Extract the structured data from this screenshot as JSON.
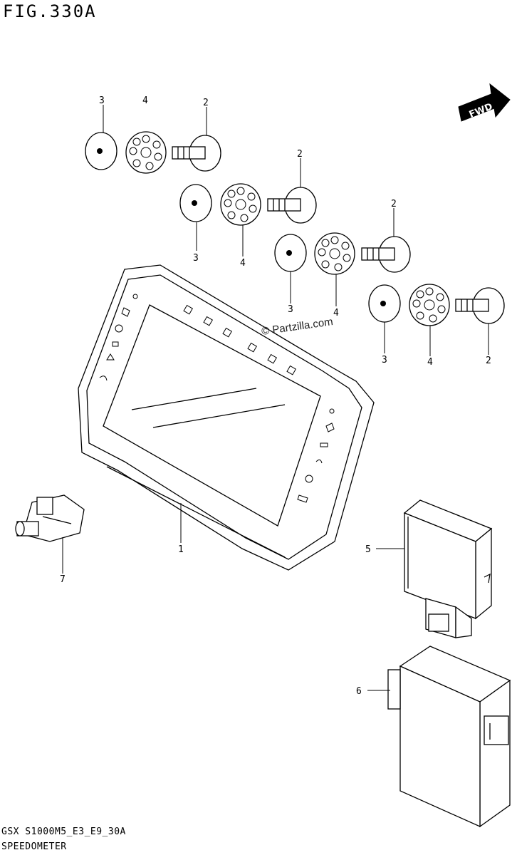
{
  "figure": {
    "title": "FIG.330A",
    "code": "GSX S1000M5_E3_E9_30A",
    "caption": "SPEEDOMETER"
  },
  "fwd_label": "FWD",
  "watermark": "© Partzilla.com",
  "callouts": {
    "c1": "1",
    "c2a": "2",
    "c2b": "2",
    "c2c": "2",
    "c2d": "2",
    "c3a": "3",
    "c3b": "3",
    "c3c": "3",
    "c3d": "3",
    "c4a": "4",
    "c4b": "4",
    "c4c": "4",
    "c4d": "4",
    "c5": "5",
    "c6": "6",
    "c7": "7"
  }
}
